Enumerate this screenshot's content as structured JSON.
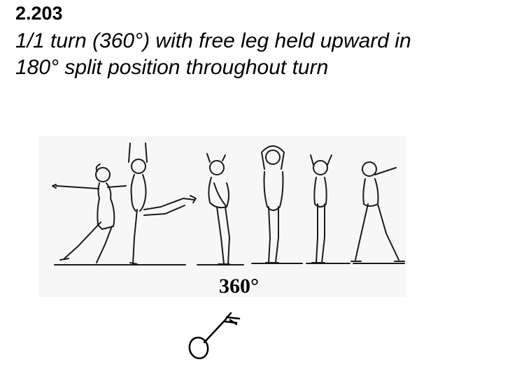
{
  "element": {
    "number": "2.203",
    "description_line_1": "1/1 turn (360°) with free leg held upward in",
    "description_line_2": "180° split position throughout turn"
  },
  "illustration": {
    "rotation_label": "360°",
    "stroke_color": "#1a1a1a",
    "panel_color": "#f7f7f7"
  },
  "symbol": {
    "name": "turn-with-leg-up-symbol"
  }
}
